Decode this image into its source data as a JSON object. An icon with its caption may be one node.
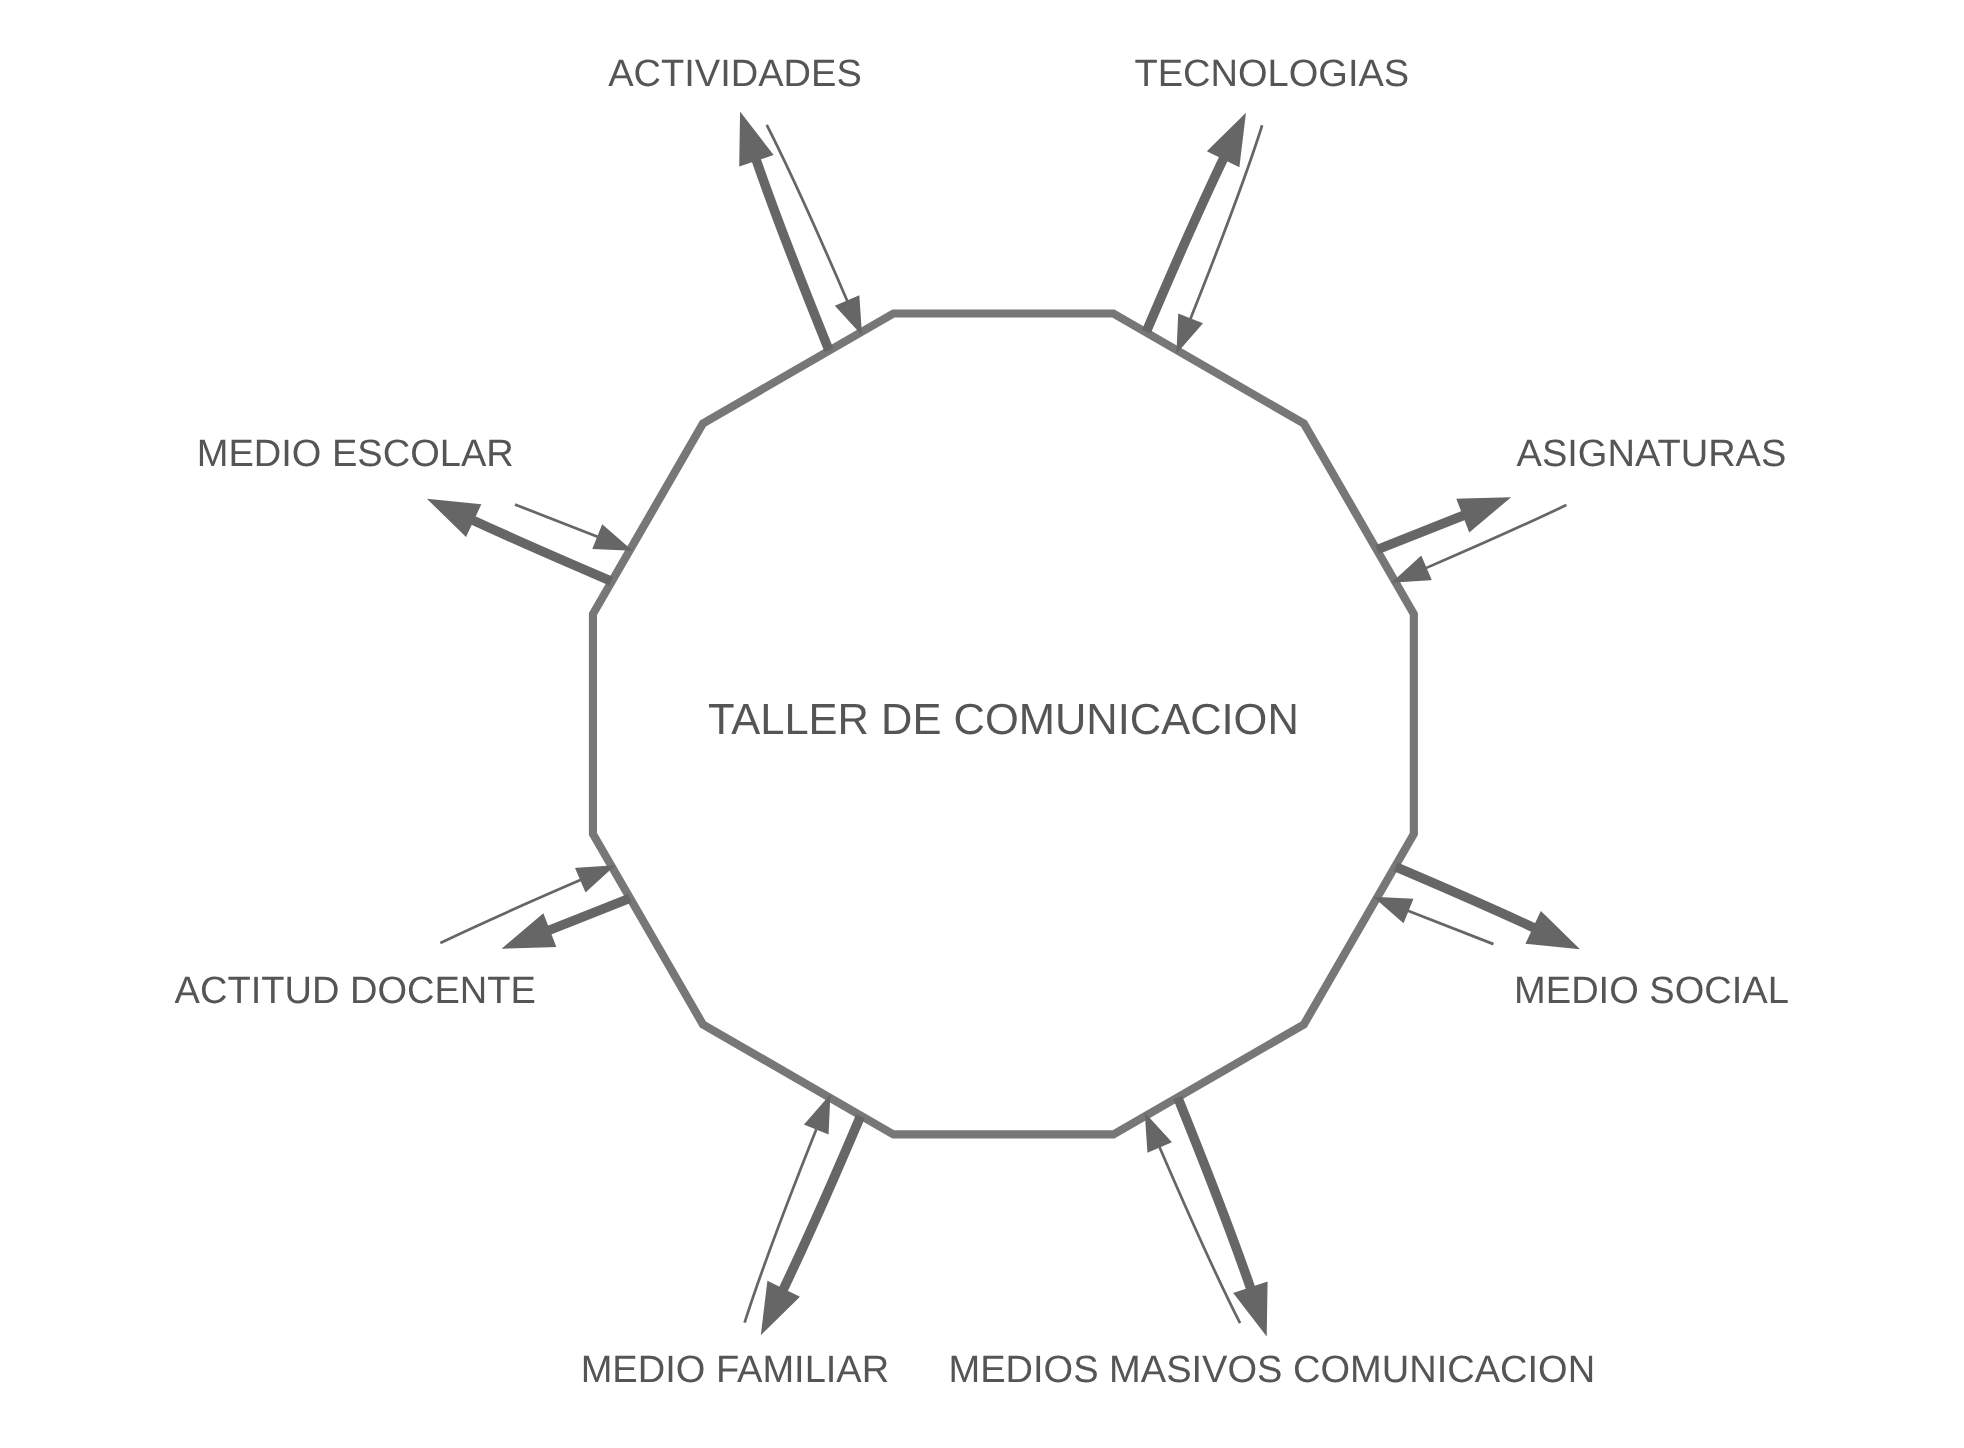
{
  "diagram": {
    "nodes": [
      {
        "text": [
          "TALLER DE COMUNICACION"
        ]
      },
      {
        "text": [
          "ASIGNATURAS"
        ]
      },
      {
        "text": [
          "TECNOLOGIAS"
        ]
      },
      {
        "text": [
          "ACTIVIDADES"
        ]
      },
      {
        "text": [
          "MEDIO ESCOLAR"
        ]
      },
      {
        "text": [
          "ACTITUD DOCENTE"
        ]
      },
      {
        "text": [
          "MEDIO FAMILIAR"
        ]
      },
      {
        "text": [
          "MEDIOS MASIVOS COMUNICACION"
        ]
      },
      {
        "text": [
          "MEDIO SOCIAL"
        ]
      }
    ],
    "edges": [
      {
        "from": 1,
        "to": 0,
        "arrow": "to"
      },
      {
        "from": 0,
        "to": 1,
        "arrow": "to",
        "style": "thick"
      },
      {
        "from": 2,
        "to": 0,
        "arrow": "to"
      },
      {
        "from": 0,
        "to": 2,
        "arrow": "to",
        "style": "thick"
      },
      {
        "from": 3,
        "to": 0,
        "arrow": "to"
      },
      {
        "from": 0,
        "to": 3,
        "arrow": "to",
        "style": "thick"
      },
      {
        "from": 4,
        "to": 0,
        "arrow": "to"
      },
      {
        "from": 0,
        "to": 4,
        "arrow": "to",
        "style": "thick"
      },
      {
        "from": 5,
        "to": 0,
        "arrow": "to"
      },
      {
        "from": 0,
        "to": 5,
        "arrow": "to",
        "style": "thick"
      },
      {
        "from": 6,
        "to": 0,
        "arrow": "to"
      },
      {
        "from": 0,
        "to": 6,
        "arrow": "to",
        "style": "thick"
      },
      {
        "from": 7,
        "to": 0,
        "arrow": "to"
      },
      {
        "from": 0,
        "to": 7,
        "arrow": "to",
        "style": "thick"
      },
      {
        "from": 8,
        "to": 0,
        "arrow": "to"
      },
      {
        "from": 0,
        "to": 8,
        "arrow": "to",
        "style": "thick"
      }
    ]
  }
}
